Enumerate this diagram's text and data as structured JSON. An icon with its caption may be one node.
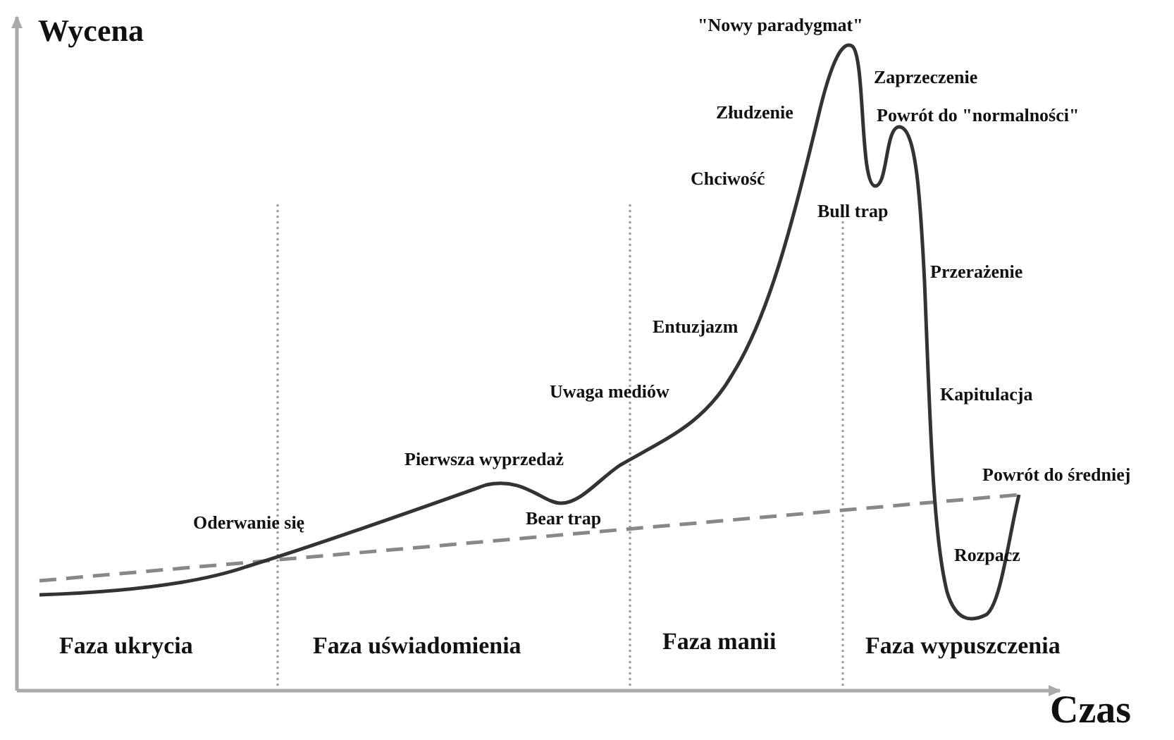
{
  "diagram": {
    "labels": [
      "Wycena",
      "\"Nowy paradygmat\"",
      "Zaprzeczenie",
      "Złudzenie",
      "Powrót do \"normalności\"",
      "Chciwość",
      "Bull trap",
      "Przerażenie",
      "Entuzjazm",
      "Uwaga mediów",
      "Kapitulacja",
      "Pierwsza wyprzedaż",
      "Powrót do średniej",
      "Oderwanie się",
      "Bear trap",
      "Rozpacz",
      "Faza ukrycia",
      "Faza uświadomienia",
      "Faza manii",
      "Faza wypuszczenia",
      "Czas"
    ]
  }
}
